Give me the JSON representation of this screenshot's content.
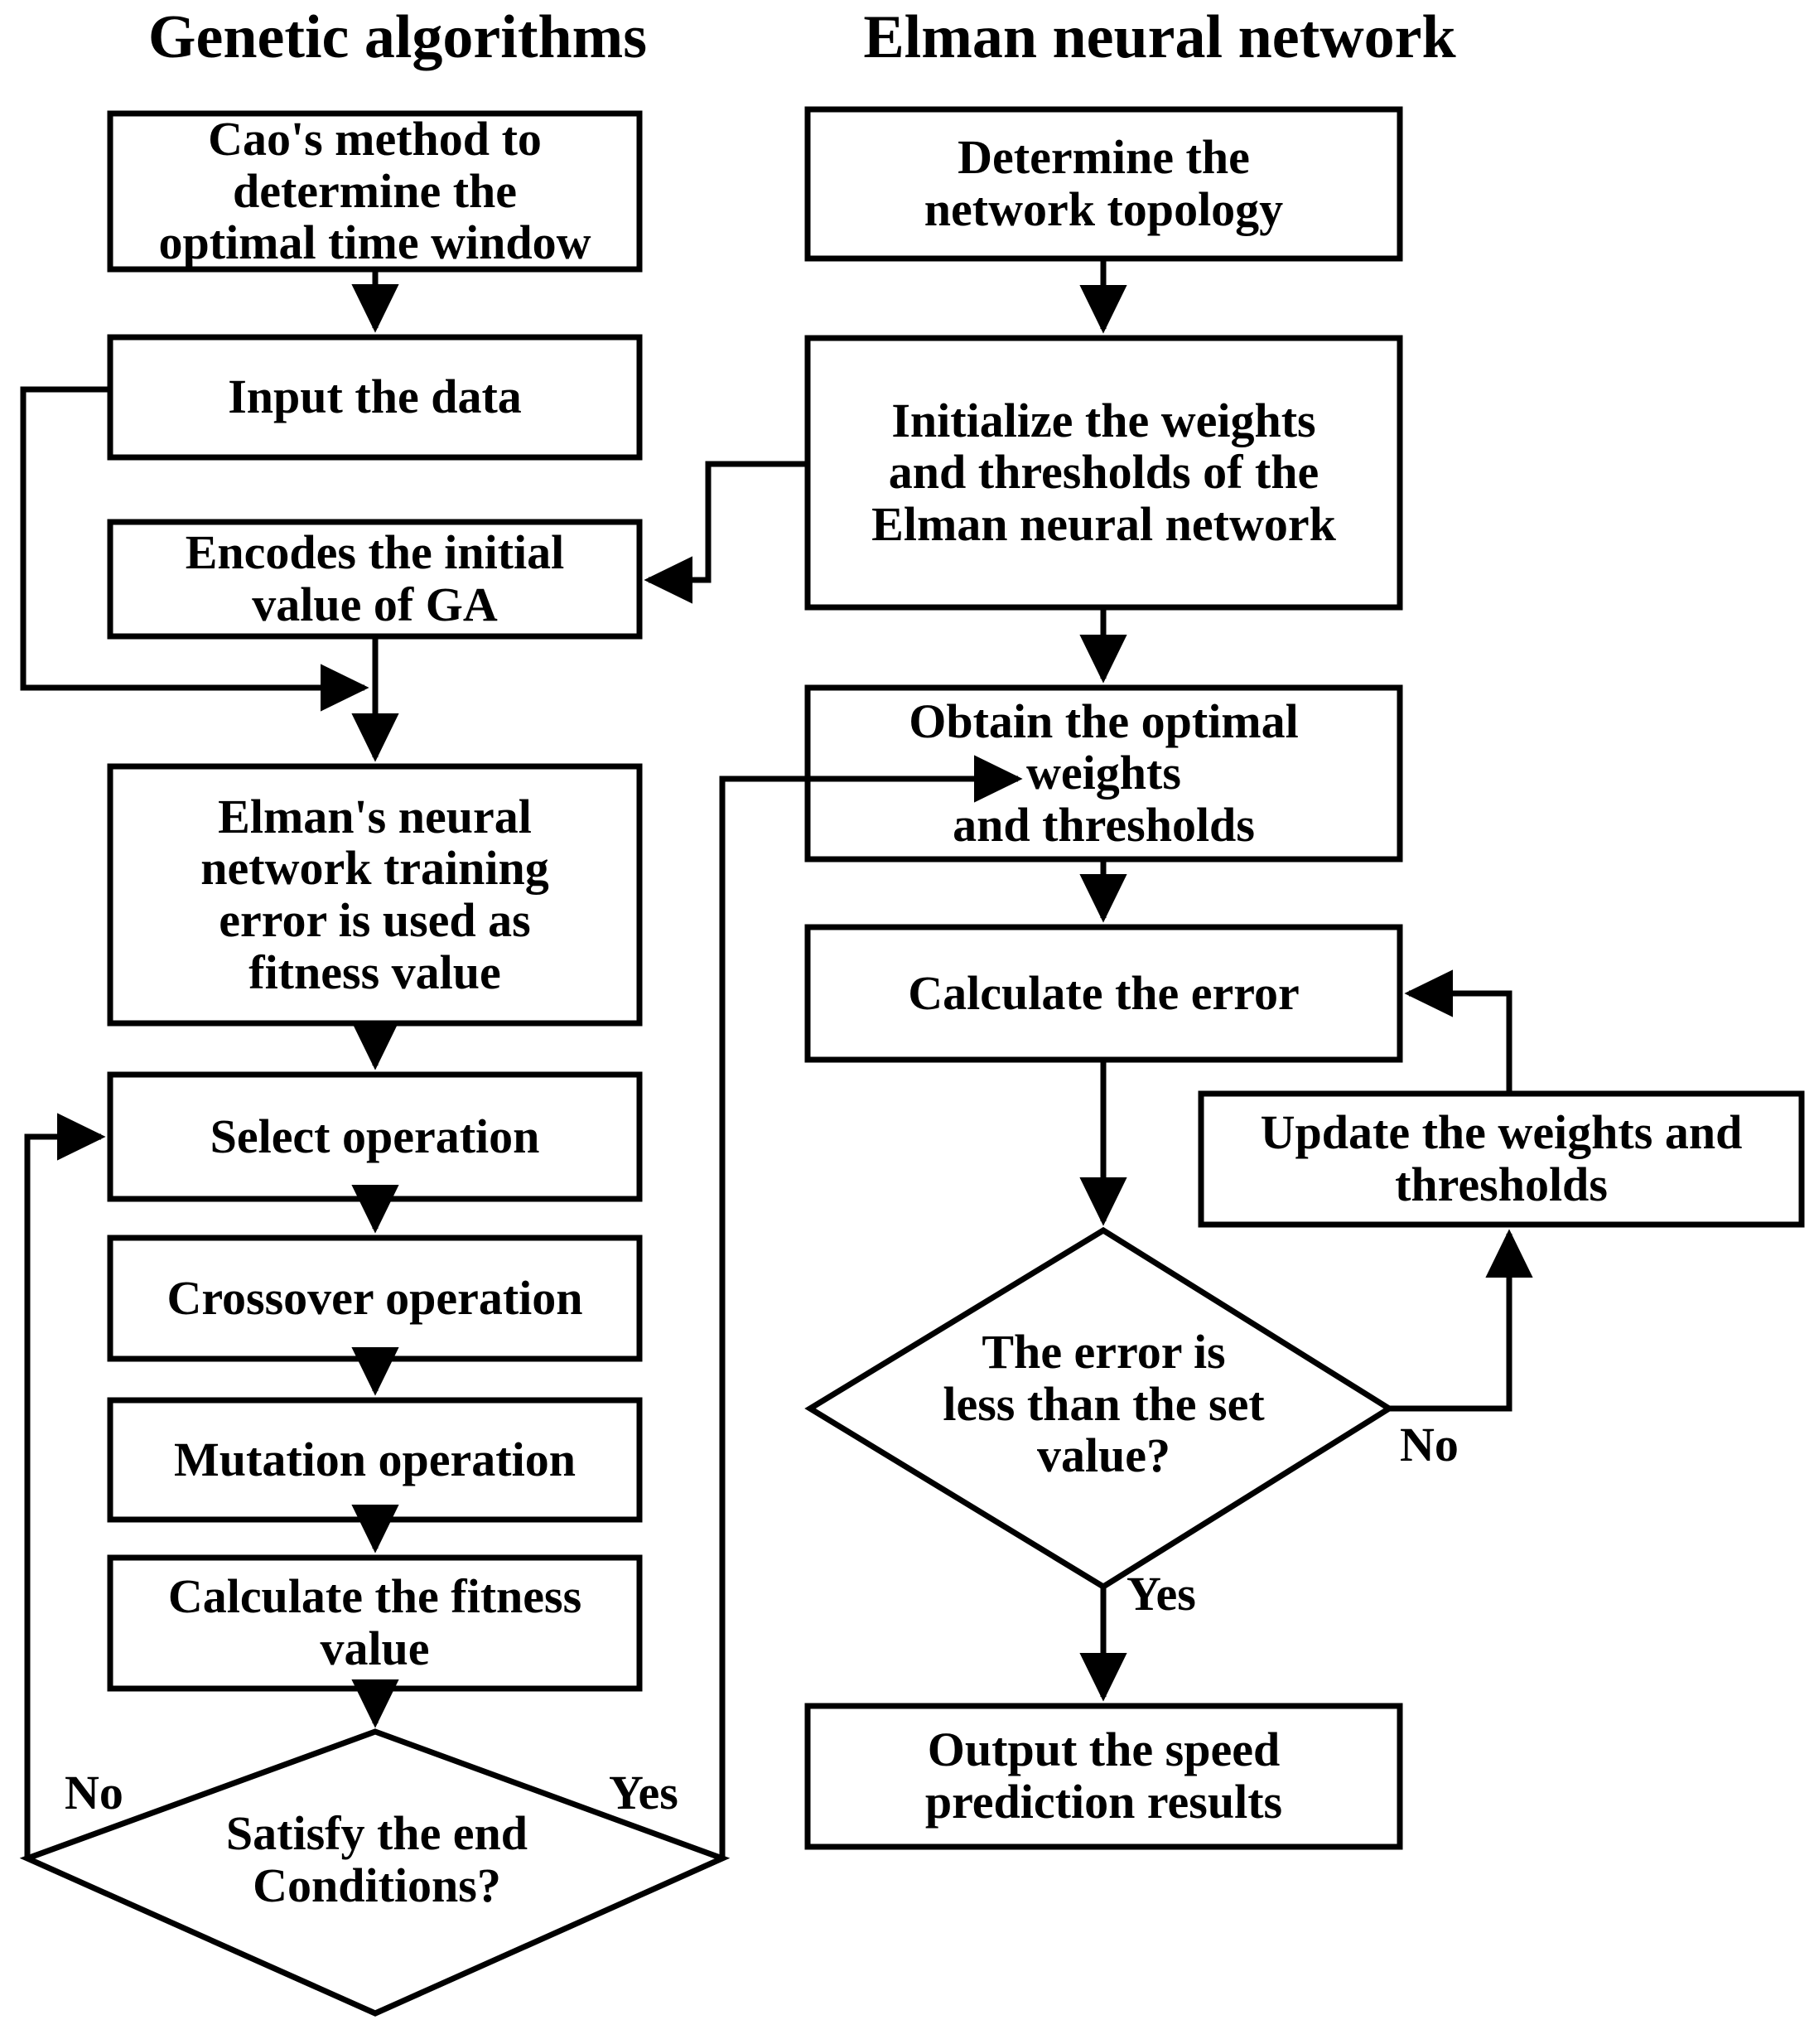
{
  "diagram": {
    "type": "flowchart",
    "background_color": "#ffffff",
    "line_color": "#000000",
    "text_color": "#000000",
    "columns": [
      {
        "id": "genetic-algorithms",
        "title": "Genetic algorithms"
      },
      {
        "id": "elman-neural-network",
        "title": "Elman neural network"
      }
    ]
  },
  "left_column": {
    "title": "Genetic algorithms",
    "nodes": [
      {
        "id": "cao-method",
        "shape": "rect",
        "label": "Cao's method to determine the optimal time window"
      },
      {
        "id": "input-data",
        "shape": "rect",
        "label": "Input the data"
      },
      {
        "id": "encode-initial",
        "shape": "rect",
        "label": "Encodes the initial value of GA"
      },
      {
        "id": "fitness-training",
        "shape": "rect",
        "label": "Elman's neural network training error is used as fitness value"
      },
      {
        "id": "select-operation",
        "shape": "rect",
        "label": "Select operation"
      },
      {
        "id": "crossover-operation",
        "shape": "rect",
        "label": "Crossover operation"
      },
      {
        "id": "mutation-operation",
        "shape": "rect",
        "label": "Mutation operation"
      },
      {
        "id": "calc-fitness",
        "shape": "rect",
        "label": "Calculate the fitness value"
      },
      {
        "id": "satisfy-end",
        "shape": "diamond",
        "label": "Satisfy the end Conditions?"
      }
    ],
    "edge_labels": [
      {
        "id": "satisfy-no",
        "text": "No"
      },
      {
        "id": "satisfy-yes",
        "text": "Yes"
      }
    ]
  },
  "right_column": {
    "title": "Elman neural network",
    "nodes": [
      {
        "id": "determine-topology",
        "shape": "rect",
        "label": "Determine the network topology"
      },
      {
        "id": "initialize-weights",
        "shape": "rect",
        "label": "Initialize the weights and thresholds of the Elman neural network"
      },
      {
        "id": "obtain-optimal",
        "shape": "rect",
        "label": "Obtain the optimal weights and thresholds"
      },
      {
        "id": "calculate-error",
        "shape": "rect",
        "label": "Calculate the error"
      },
      {
        "id": "update-weights",
        "shape": "rect",
        "label": "Update the weights and thresholds"
      },
      {
        "id": "error-less-than",
        "shape": "diamond",
        "label": "The error is less than the set value?"
      },
      {
        "id": "output-results",
        "shape": "rect",
        "label": "Output the speed prediction results"
      }
    ],
    "edge_labels": [
      {
        "id": "error-no",
        "text": "No"
      },
      {
        "id": "error-yes",
        "text": "Yes"
      }
    ]
  },
  "node_text": {
    "cao_method_line1": "Cao's method to",
    "cao_method_line2": "determine the",
    "cao_method_line3": "optimal time window",
    "input_data": "Input the data",
    "encode_line1": "Encodes the initial",
    "encode_line2": "value of GA",
    "fitness_line1": "Elman's neural",
    "fitness_line2": "network training",
    "fitness_line3": "error is used as",
    "fitness_line4": "fitness value",
    "select_operation": "Select operation",
    "crossover_operation": "Crossover operation",
    "mutation_operation": "Mutation operation",
    "calc_fitness_line1": "Calculate the fitness",
    "calc_fitness_line2": "value",
    "satisfy_line1": "Satisfy the end",
    "satisfy_line2": "Conditions?",
    "determine_line1": "Determine the",
    "determine_line2": "network topology",
    "initialize_line1": "Initialize the weights",
    "initialize_line2": "and thresholds of the",
    "initialize_line3": "Elman neural network",
    "obtain_line1": "Obtain the optimal",
    "obtain_line2": "weights",
    "obtain_line3": "and thresholds",
    "calculate_error": "Calculate the error",
    "update_line1": "Update the weights and",
    "update_line2": "thresholds",
    "error_line1": "The error is",
    "error_line2": "less than the set",
    "error_line3": "value?",
    "output_line1": "Output the speed",
    "output_line2": "prediction results",
    "label_no_left": "No",
    "label_yes_left": "Yes",
    "label_no_right": "No",
    "label_yes_right": "Yes"
  }
}
